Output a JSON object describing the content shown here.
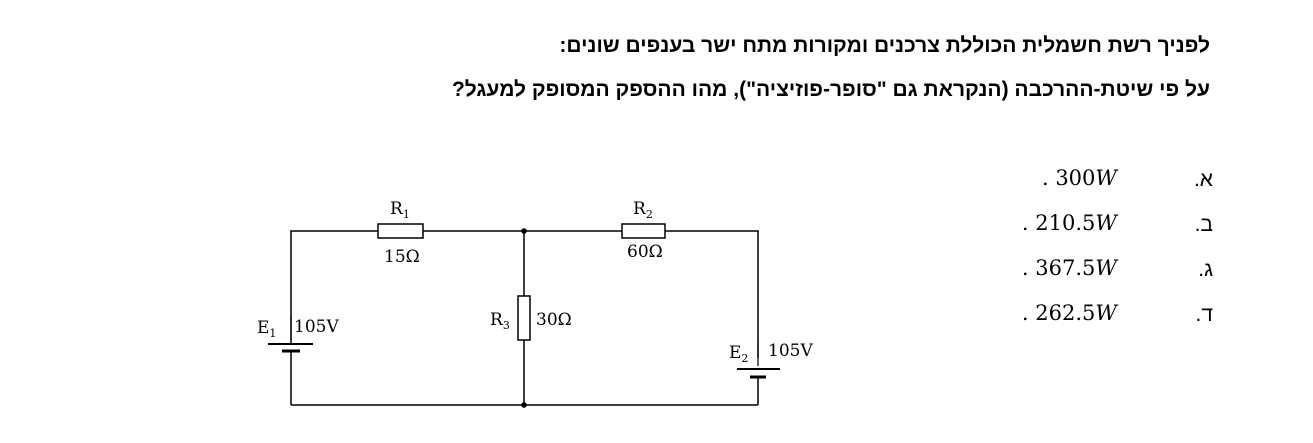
{
  "question": {
    "line1": "לפניך רשת חשמלית הכוללת צרכנים ומקורות מתח ישר בענפים שונים:",
    "line2": "על פי שיטת-ההרכבה (הנקראת גם \"סופר-פוזיציה\"), מהו ההספק המסופק למעגל?"
  },
  "answers": [
    {
      "letter": "א.",
      "value": "300",
      "unit": "W"
    },
    {
      "letter": "ב.",
      "value": "210.5",
      "unit": "W"
    },
    {
      "letter": "ג.",
      "value": "367.5",
      "unit": "W"
    },
    {
      "letter": "ד.",
      "value": "262.5",
      "unit": "W"
    }
  ],
  "circuit": {
    "R1": {
      "letter": "R",
      "sub": "1",
      "value": "15Ω"
    },
    "R2": {
      "letter": "R",
      "sub": "2",
      "value": "60Ω"
    },
    "R3": {
      "letter": "R",
      "sub": "3",
      "value": "30Ω"
    },
    "E1": {
      "letter": "E",
      "sub": "1",
      "value": "105V"
    },
    "E2": {
      "letter": "E",
      "sub": "2",
      "value": "105V"
    }
  }
}
